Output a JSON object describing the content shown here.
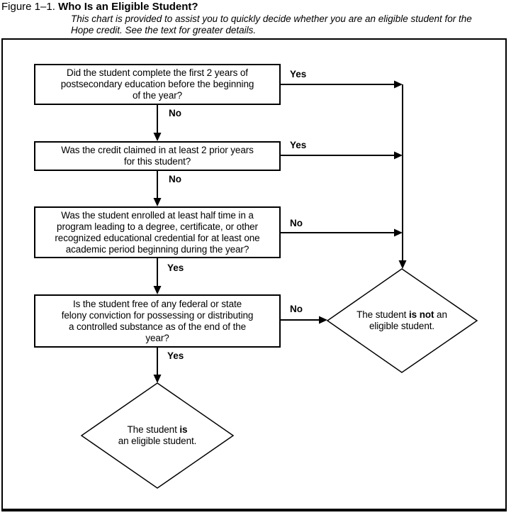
{
  "figure": {
    "label": "Figure 1–1.",
    "title": "Who Is an Eligible Student?",
    "subtitle_lines": [
      "This chart is provided to assist you to quickly decide whether you are an eligible student for the",
      "Hope credit. See the text for greater details."
    ]
  },
  "flowchart": {
    "colors": {
      "line": "#000000",
      "background": "#ffffff",
      "text": "#000000"
    },
    "questions": [
      {
        "lines": [
          "Did the student complete the first 2 years of",
          "postsecondary education before the beginning",
          "of the year?"
        ],
        "branch_right": "Yes",
        "branch_down": "No"
      },
      {
        "lines": [
          "Was the credit claimed in at least 2 prior years",
          "for this student?"
        ],
        "branch_right": "Yes",
        "branch_down": "No"
      },
      {
        "lines": [
          "Was the student enrolled at least half time in a",
          "program leading to a degree, certificate, or other",
          "recognized educational credential for at least one",
          "academic period beginning during the year?"
        ],
        "branch_right": "No",
        "branch_down": "Yes"
      },
      {
        "lines": [
          "Is the student free of any federal or state",
          "felony conviction for possessing or distributing",
          "a controlled substance as of the end of the",
          "year?"
        ],
        "branch_right": "No",
        "branch_down": "Yes"
      }
    ],
    "outcomes": {
      "not_eligible": {
        "lines": [
          [
            {
              "t": "The student ",
              "b": 0
            },
            {
              "t": "is not",
              "b": 1
            },
            {
              "t": " an",
              "b": 0
            }
          ],
          [
            {
              "t": "eligible student.",
              "b": 0
            }
          ]
        ]
      },
      "eligible": {
        "lines": [
          [
            {
              "t": "The student ",
              "b": 0
            },
            {
              "t": "is",
              "b": 1
            }
          ],
          [
            {
              "t": "an eligible student.",
              "b": 0
            }
          ]
        ]
      }
    }
  }
}
